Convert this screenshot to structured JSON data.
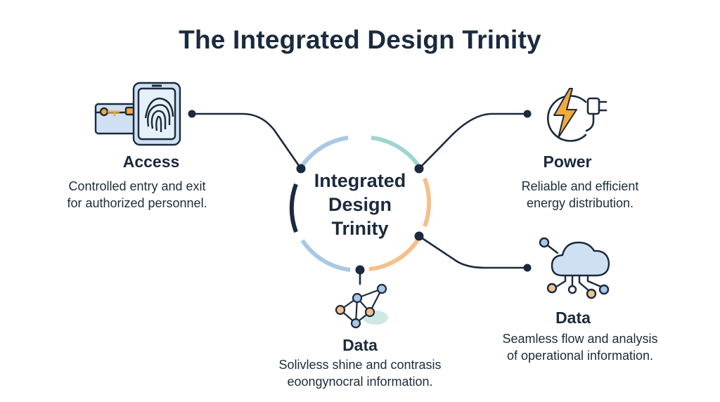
{
  "title": "The Integrated Design Trinity",
  "center": {
    "lines": [
      "Integrated",
      "Design",
      "Trinity"
    ]
  },
  "nodes": {
    "access": {
      "title": "Access",
      "desc": [
        "Controlled entry and exit",
        "for authorized personnel."
      ],
      "icon": "keycard-fingerprint-icon"
    },
    "power": {
      "title": "Power",
      "desc": [
        "Reliable and efficient",
        "energy distribution."
      ],
      "icon": "lightning-plug-icon"
    },
    "data_right": {
      "title": "Data",
      "desc": [
        "Seamless flow and analysis",
        "of operational information."
      ],
      "icon": "cloud-network-icon"
    },
    "data_bottom": {
      "title": "Data",
      "desc": [
        "Solivless shine and contrasis",
        "eoongynocral information."
      ],
      "icon": "network-nodes-icon"
    }
  },
  "colors": {
    "navy": "#1b2a3d",
    "light_blue": "#a9c8e6",
    "teal": "#9ed6cf",
    "orange": "#f5c08a",
    "amber": "#f4a93b"
  }
}
